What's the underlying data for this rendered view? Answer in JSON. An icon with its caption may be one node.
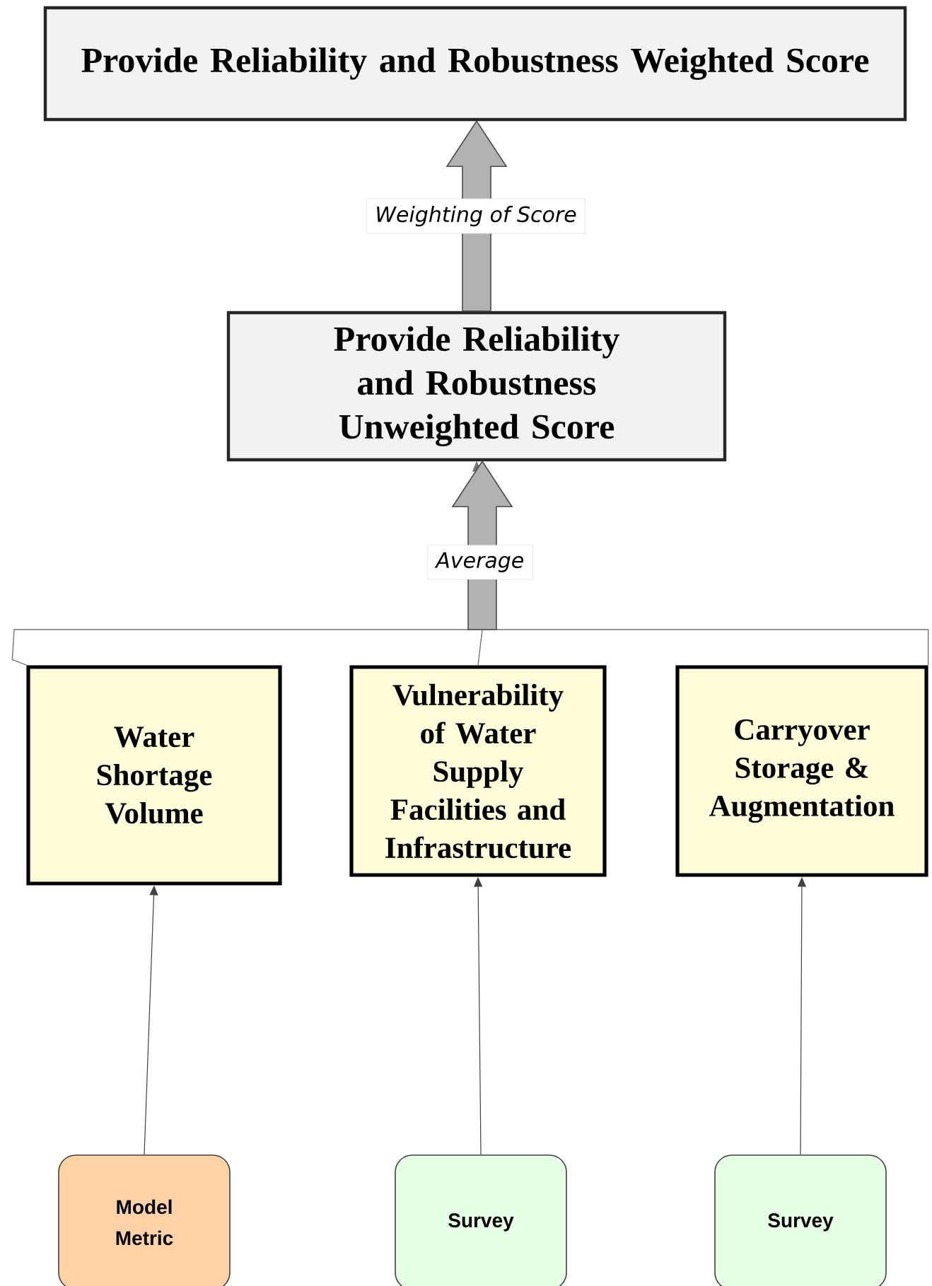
{
  "diagram": {
    "nodes": [
      {
        "text": [
          "Provide Reliability and Robustness Weighted Score"
        ]
      },
      {
        "text": [
          "Provide Reliability and Robustness Unweighted Score"
        ]
      },
      {
        "text": [
          "Water Shortage Volume"
        ]
      },
      {
        "text": [
          "Vulnerability of Water Supply Facilities and Infrastructure"
        ]
      },
      {
        "text": [
          "Carryover Storage & Augmentation"
        ]
      },
      {
        "text": [
          "Model Metric"
        ]
      },
      {
        "text": [
          "Survey"
        ]
      },
      {
        "text": [
          "Survey"
        ]
      }
    ],
    "edges": [
      {
        "from": 1,
        "to": 0,
        "arrow": "to",
        "label": "Weighting of Score",
        "style": "thick"
      },
      {
        "from": 2,
        "to": 1,
        "arrow": "to"
      },
      {
        "from": 3,
        "to": 1,
        "arrow": "to",
        "label": "Average"
      },
      {
        "from": 4,
        "to": 1,
        "arrow": "to"
      },
      {
        "from": 5,
        "to": 2,
        "arrow": "to"
      },
      {
        "from": 6,
        "to": 3,
        "arrow": "to"
      },
      {
        "from": 7,
        "to": 4,
        "arrow": "to"
      }
    ]
  }
}
